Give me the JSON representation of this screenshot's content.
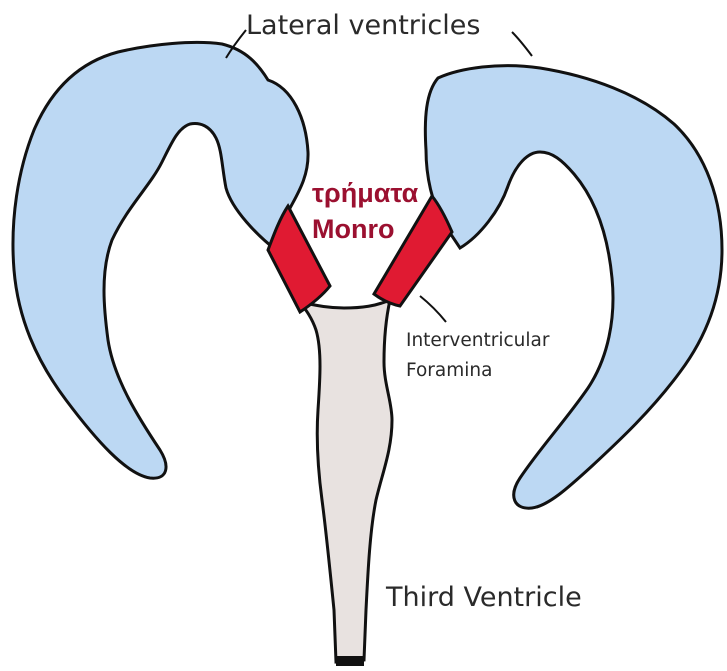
{
  "labels": {
    "lateral_ventricles": "Lateral ventricles",
    "greek_line1": "τρήματα",
    "greek_line2": "Monro",
    "interventricular_line1": "Interventricular",
    "interventricular_line2": "Foramina",
    "third_ventricle": "Third Ventricle"
  },
  "colors": {
    "lateral_ventricle_fill": "#bcd8f3",
    "foramina_fill": "#e01a32",
    "third_ventricle_fill": "#e8e2e0",
    "outline": "#111111",
    "greek_label": "#9b1030",
    "label_text": "#2a2a2a"
  }
}
